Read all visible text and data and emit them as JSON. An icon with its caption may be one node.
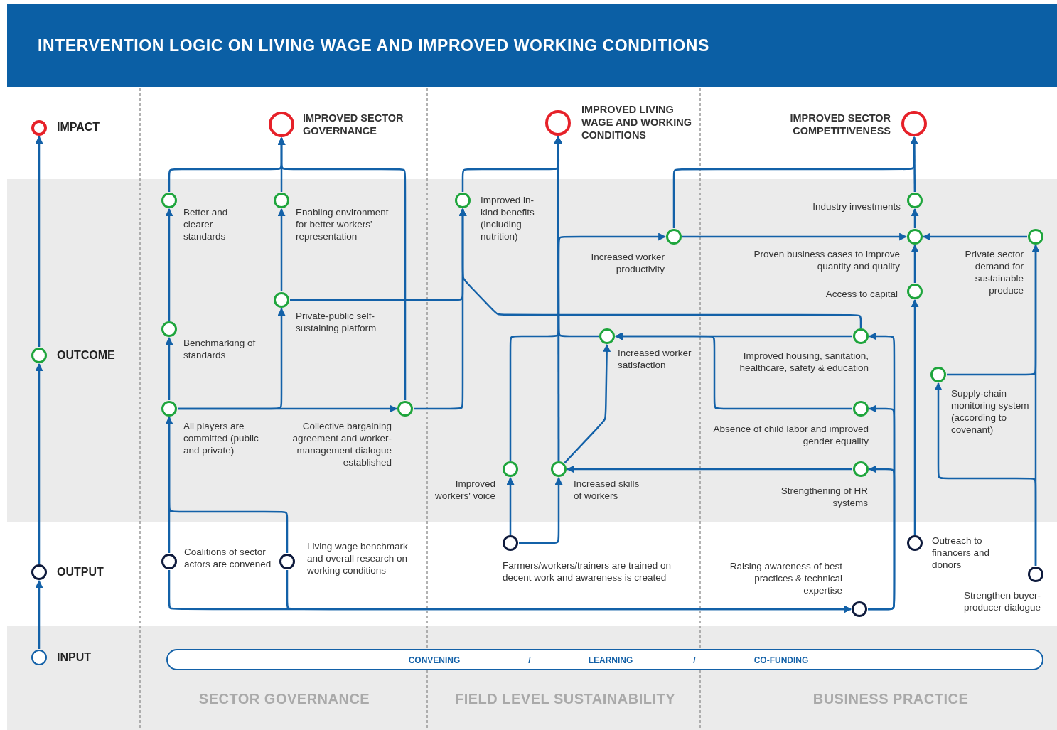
{
  "diagram": {
    "title": "INTERVENTION LOGIC ON LIVING WAGE AND IMPROVED WORKING CONDITIONS",
    "nodes": [
      {
        "text": [
          "IMPACT"
        ]
      },
      {
        "text": [
          "OUTCOME"
        ]
      },
      {
        "text": [
          "OUTPUT"
        ]
      },
      {
        "text": [
          "INPUT"
        ]
      },
      {
        "text": [
          "IMPROVED SECTOR GOVERNANCE"
        ]
      },
      {
        "text": [
          "IMPROVED LIVING WAGE AND WORKING CONDITIONS"
        ]
      },
      {
        "text": [
          "IMPROVED SECTOR COMPETITIVENESS"
        ]
      },
      {
        "text": [
          "Better and clearer standards"
        ]
      },
      {
        "text": [
          "Enabling environment for better workers' representation"
        ]
      },
      {
        "text": [
          "Improved in-kind benefits (including nutrition)"
        ]
      },
      {
        "text": [
          "Industry investments"
        ]
      },
      {
        "text": [
          "Increased worker productivity"
        ]
      },
      {
        "text": [
          "Proven business cases to improve quantity and quality"
        ]
      },
      {
        "text": [
          "Private sector demand for sustainable produce"
        ]
      },
      {
        "text": [
          "Private-public self-sustaining platform"
        ]
      },
      {
        "text": [
          "Access to capital"
        ]
      },
      {
        "text": [
          "Benchmarking of standards"
        ]
      },
      {
        "text": [
          "Increased worker satisfaction"
        ]
      },
      {
        "text": [
          "Improved housing, sanitation, healthcare, safety & education"
        ]
      },
      {
        "text": [
          "Supply-chain monitoring system (according to covenant)"
        ]
      },
      {
        "text": [
          "All players are committed (public and private)"
        ]
      },
      {
        "text": [
          "Collective bargaining agreement and worker-management dialogue established"
        ]
      },
      {
        "text": [
          "Absence of child labor and improved gender equality"
        ]
      },
      {
        "text": [
          "Improved workers' voice"
        ]
      },
      {
        "text": [
          "Increased skills of workers"
        ]
      },
      {
        "text": [
          "Strengthening of HR systems"
        ]
      },
      {
        "text": [
          "Coalitions of sector actors are convened"
        ]
      },
      {
        "text": [
          "Living wage benchmark and overall research on working conditions"
        ]
      },
      {
        "text": [
          "Farmers/workers/trainers are trained on decent work and awareness is created"
        ]
      },
      {
        "text": [
          "Outreach to financers and donors"
        ]
      },
      {
        "text": [
          "Strengthen buyer-producer dialogue"
        ]
      },
      {
        "text": [
          "Raising awareness of best practices & technical expertise"
        ]
      },
      {
        "text": [
          "CONVENING",
          "/",
          "LEARNING",
          "/",
          "CO-FUNDING"
        ]
      }
    ],
    "edges": [
      {
        "from": 3,
        "to": 2,
        "arrow": "to"
      },
      {
        "from": 2,
        "to": 1,
        "arrow": "to"
      },
      {
        "from": 1,
        "to": 0,
        "arrow": "to"
      },
      {
        "from": 26,
        "to": 20,
        "arrow": "to"
      },
      {
        "from": 20,
        "to": 16,
        "arrow": "to"
      },
      {
        "from": 16,
        "to": 7,
        "arrow": "to"
      },
      {
        "from": 7,
        "to": 4,
        "arrow": "to"
      },
      {
        "from": 8,
        "to": 4,
        "arrow": "to"
      },
      {
        "from": 14,
        "to": 8,
        "arrow": "to"
      },
      {
        "from": 20,
        "to": 14,
        "arrow": "to"
      },
      {
        "from": 20,
        "to": 21,
        "arrow": "to"
      },
      {
        "from": 21,
        "to": 4,
        "arrow": "to"
      },
      {
        "from": 14,
        "to": 9,
        "arrow": "to"
      },
      {
        "from": 21,
        "to": 9,
        "arrow": "to"
      },
      {
        "from": 18,
        "to": 9,
        "arrow": "to"
      },
      {
        "from": 9,
        "to": 5,
        "arrow": "to"
      },
      {
        "from": 24,
        "to": 5,
        "arrow": "to"
      },
      {
        "from": 23,
        "to": 5,
        "arrow": "to"
      },
      {
        "from": 17,
        "to": 5,
        "arrow": "to"
      },
      {
        "from": 24,
        "to": 11,
        "arrow": "to"
      },
      {
        "from": 24,
        "to": 17,
        "arrow": "to"
      },
      {
        "from": 28,
        "to": 23,
        "arrow": "to"
      },
      {
        "from": 28,
        "to": 24,
        "arrow": "to"
      },
      {
        "from": 25,
        "to": 24,
        "arrow": "to"
      },
      {
        "from": 18,
        "to": 17,
        "arrow": "to"
      },
      {
        "from": 22,
        "to": 17,
        "arrow": "to"
      },
      {
        "from": 11,
        "to": 6,
        "arrow": "to"
      },
      {
        "from": 11,
        "to": 12,
        "arrow": "to"
      },
      {
        "from": 12,
        "to": 10,
        "arrow": "to"
      },
      {
        "from": 10,
        "to": 6,
        "arrow": "to"
      },
      {
        "from": 13,
        "to": 12,
        "arrow": "to"
      },
      {
        "from": 15,
        "to": 12,
        "arrow": "to"
      },
      {
        "from": 29,
        "to": 15,
        "arrow": "to"
      },
      {
        "from": 30,
        "to": 13,
        "arrow": "to"
      },
      {
        "from": 30,
        "to": 19,
        "arrow": "to"
      },
      {
        "from": 19,
        "to": 13,
        "arrow": "to"
      },
      {
        "from": 31,
        "to": 18,
        "arrow": "to"
      },
      {
        "from": 31,
        "to": 22,
        "arrow": "to"
      },
      {
        "from": 31,
        "to": 25,
        "arrow": "to"
      },
      {
        "from": 26,
        "to": 31,
        "arrow": "to"
      },
      {
        "from": 27,
        "to": 31,
        "arrow": "to"
      },
      {
        "from": 27,
        "to": 20,
        "arrow": "to"
      }
    ],
    "labels": [
      "SECTOR GOVERNANCE",
      "FIELD LEVEL SUSTAINABILITY",
      "BUSINESS PRACTICE"
    ]
  }
}
